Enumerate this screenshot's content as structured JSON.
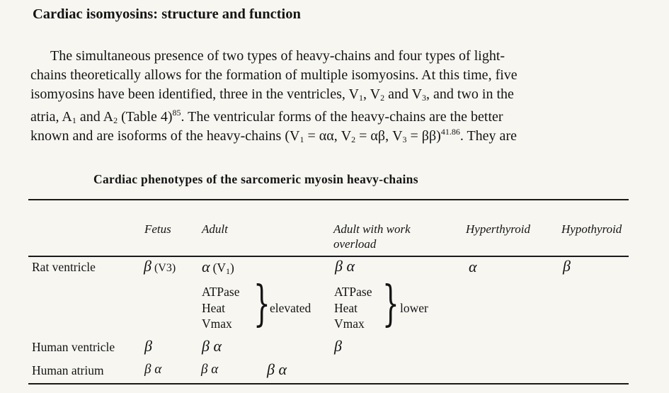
{
  "heading": "Cardiac isomyosins: structure and function",
  "paragraph": {
    "line1": "The simultaneous presence of two types of heavy-chains and four types of light-",
    "line2": "chains theoretically allows for the formation of multiple isomyosins. At this time, five",
    "line3_a": "isomyosins have been identified, three in the ventricles, V",
    "line3_b": ", V",
    "line3_c": " and V",
    "line3_d": ", and two in the",
    "line4_a": "atria, A",
    "line4_b": " and A",
    "line4_c": " (Table 4)",
    "line4_d": ". The ventricular forms of the heavy-chains are the better",
    "line5_a": "known and are isoforms of the heavy-chains (V",
    "line5_b": " = αα, V",
    "line5_c": " = αβ, V",
    "line5_d": " = ββ)",
    "line5_e": ". They are",
    "sub1": "1",
    "sub2": "2",
    "sub3": "3",
    "ref85": "85",
    "ref4186": "41.86"
  },
  "table": {
    "caption": "Cardiac phenotypes of the sarcomeric myosin heavy-chains",
    "columns": {
      "fetus": "Fetus",
      "adult": "Adult",
      "overload_1": "Adult with work",
      "overload_2": "overload",
      "hyper": "Hyperthyroid",
      "hypo": "Hypothyroid"
    },
    "rows": {
      "rat": {
        "label": "Rat ventricle",
        "fetus_greek": "β",
        "fetus_iso": "(V3)",
        "adult_greek": "α",
        "adult_iso": "(V",
        "adult_iso_sub": "1",
        "adult_iso_end": ")",
        "overload": "β α",
        "hyper": "α",
        "hypo": "β"
      },
      "params": {
        "adult_atpase": "ATPase",
        "adult_heat": "Heat",
        "adult_vmax": "Vmax",
        "adult_effect": "elevated",
        "overload_atpase": "ATPase",
        "overload_heat": "Heat",
        "overload_vmax": "Vmax",
        "overload_effect": "lower"
      },
      "human_ventricle": {
        "label": "Human ventricle",
        "fetus": "β",
        "adult": "β α",
        "overload": "β"
      },
      "human_atrium": {
        "label": "Human atrium",
        "fetus": "β α",
        "adult": "β α",
        "extra": "β α"
      }
    }
  }
}
